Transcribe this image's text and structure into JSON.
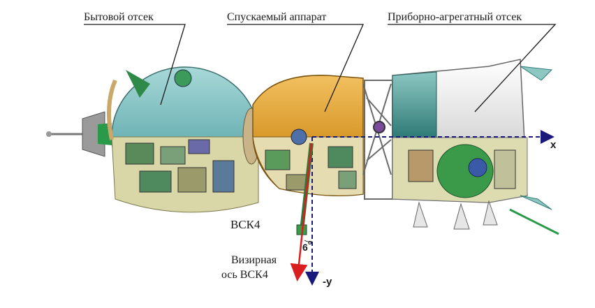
{
  "labels": {
    "habitation_module": "Бытовой отсек",
    "descent_module": "Спускаемый аппарат",
    "service_module": "Приборно-агрегатный отсек",
    "vsk4": "ВСК4",
    "sight_axis_line1": "Визирная",
    "sight_axis_line2": "ось ВСК4",
    "angle": "6",
    "angle_unit": "о",
    "axis_x": "x",
    "axis_y": "-y"
  },
  "colors": {
    "axis": "#1a1a7a",
    "sight_axis": "#d81e1e",
    "habitation": "#7fbfc0",
    "descent": "#d99a2c",
    "service": "#e8e8e8"
  }
}
